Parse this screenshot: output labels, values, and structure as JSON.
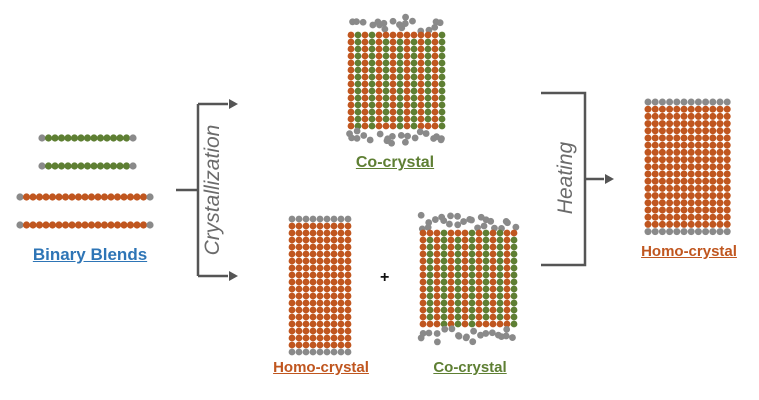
{
  "labels": {
    "binary_blends": "Binary Blends",
    "crystallization": "Crystallization",
    "co_crystal_top": "Co-crystal",
    "heating": "Heating",
    "homo_crystal_right": "Homo-crystal",
    "homo_crystal_bottom": "Homo-crystal",
    "plus": "+",
    "co_crystal_bottom": "Co-crystal"
  },
  "colors": {
    "orange": "#c0561f",
    "green": "#5e7f33",
    "gray": "#8a8a8a",
    "blue_label": "#2e75b6",
    "arrow": "#555555",
    "italic_text": "#6b6b6b"
  },
  "icons": [
    "chain-molecule",
    "crystal-lattice",
    "flow-arrow"
  ]
}
